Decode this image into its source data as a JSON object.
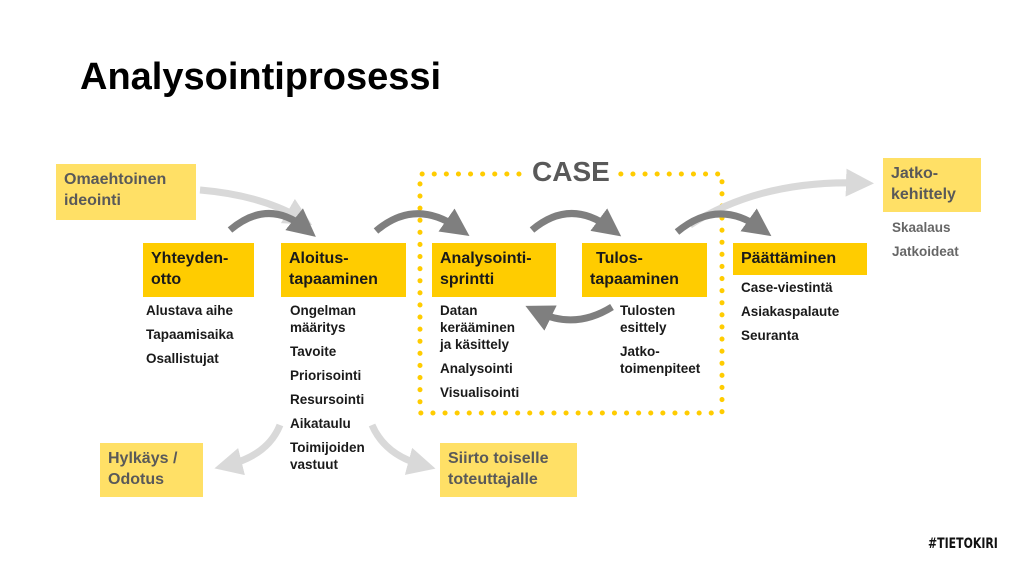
{
  "title": "Analysointiprosessi",
  "case_label": "CASE",
  "hashtag": "#TIETOKIRI",
  "colors": {
    "primary_yellow": "#ffcc00",
    "light_yellow": "#ffe066",
    "arrow_dark": "#7f7f7f",
    "arrow_light": "#d9d9d9",
    "text_gray": "#595959"
  },
  "side_boxes": {
    "omaehtoinen": "Omaehtoinen ideointi",
    "jatkokehittely": "Jatko-kehittely",
    "hylkays": "Hylkäys / Odotus",
    "siirto": "Siirto toiselle toteuttajalle"
  },
  "side_lines": {
    "omaehtoinen": [
      "Omaehtoinen",
      "ideointi"
    ],
    "jatkokehittely": [
      "Jatko-",
      "kehittely"
    ],
    "hylkays": [
      "Hylkäys /",
      "Odotus"
    ],
    "siirto": [
      "Siirto toiselle",
      "toteuttajalle"
    ]
  },
  "jatkokehittely_items": [
    "Skaalaus",
    "Jatkoideat"
  ],
  "stages": [
    {
      "title_lines": [
        "Yhteyden-",
        "otto"
      ],
      "items": [
        "Alustava aihe",
        "Tapaamisaika",
        "Osallistujat"
      ]
    },
    {
      "title_lines": [
        "Aloitus-",
        "tapaaminen"
      ],
      "items": [
        "Ongelman määritys",
        "Tavoite",
        "Priorisointi",
        "Resursointi",
        "Aikataulu",
        "Toimijoiden vastuut"
      ]
    },
    {
      "title_lines": [
        "Analysointi-",
        "sprintti"
      ],
      "items": [
        "Datan kerääminen ja käsittely",
        "Analysointi",
        "Visualisointi"
      ]
    },
    {
      "title_lines": [
        "Tulos-",
        "tapaaminen"
      ],
      "items": [
        "Tulosten esittely",
        "Jatko-toimenpiteet"
      ]
    },
    {
      "title_lines": [
        "Päättäminen"
      ],
      "items": [
        "Case-viestintä",
        "Asiakaspalaute",
        "Seuranta"
      ]
    }
  ],
  "item_lines": {
    "s1": [
      "Ongelman",
      "määritys"
    ],
    "s2a": [
      "Datan",
      "kerääminen",
      "ja käsittely"
    ],
    "s3a": [
      "Tulosten",
      "esittely"
    ],
    "s3b": [
      "Jatko-",
      "toimenpiteet"
    ],
    "s1f": [
      "Toimijoiden",
      "vastuut"
    ]
  }
}
